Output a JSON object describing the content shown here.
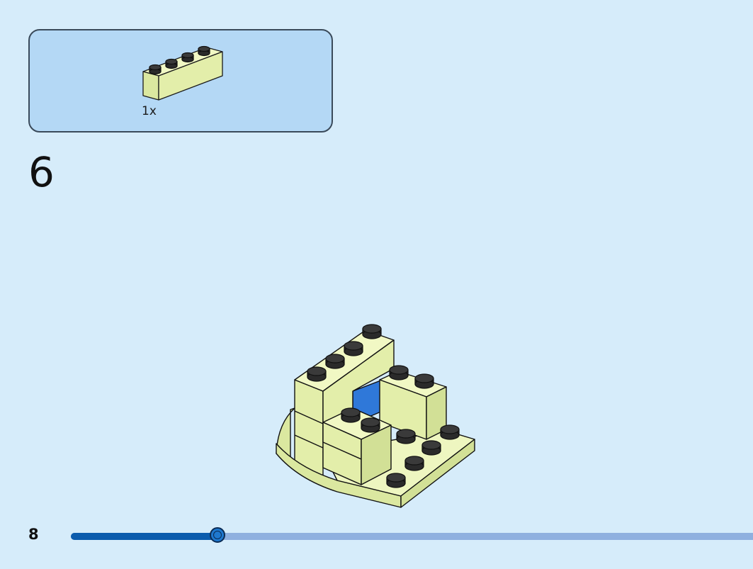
{
  "parts_list": {
    "items": [
      {
        "part": "brick-1x4-icon",
        "quantity": "1x",
        "color": "#e3eeaa"
      }
    ]
  },
  "step": {
    "number": "6"
  },
  "model": {
    "color": "#e3eeaa",
    "gap_color": "#2f78d9"
  },
  "footer": {
    "page_number": "8",
    "progress": 0.215
  },
  "colors": {
    "background": "#d6ecfa",
    "callout_background": "#b4d8f5",
    "progress_fill": "#0b5cad",
    "progress_track": "#8fb0df"
  }
}
